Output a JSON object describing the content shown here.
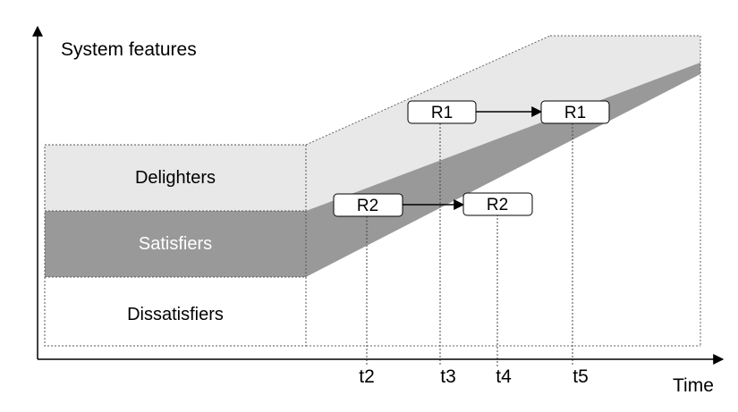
{
  "axes": {
    "y_label": "System features",
    "x_label": "Time"
  },
  "categories": [
    {
      "label": "Delighters",
      "fill": "#e8e8e8",
      "text_color": "#000000"
    },
    {
      "label": "Satisfiers",
      "fill": "#999999",
      "text_color": "#ffffff"
    },
    {
      "label": "Dissatisfiers",
      "fill": "#ffffff",
      "text_color": "#000000"
    }
  ],
  "requirements": [
    {
      "label": "R1"
    },
    {
      "label": "R1"
    },
    {
      "label": "R2"
    },
    {
      "label": "R2"
    }
  ],
  "time_markers": [
    "t2",
    "t3",
    "t4",
    "t5"
  ],
  "colors": {
    "delighters_band": "#e8e8e8",
    "satisfiers_band": "#999999",
    "axis": "#000000",
    "dotted": "#555555"
  }
}
